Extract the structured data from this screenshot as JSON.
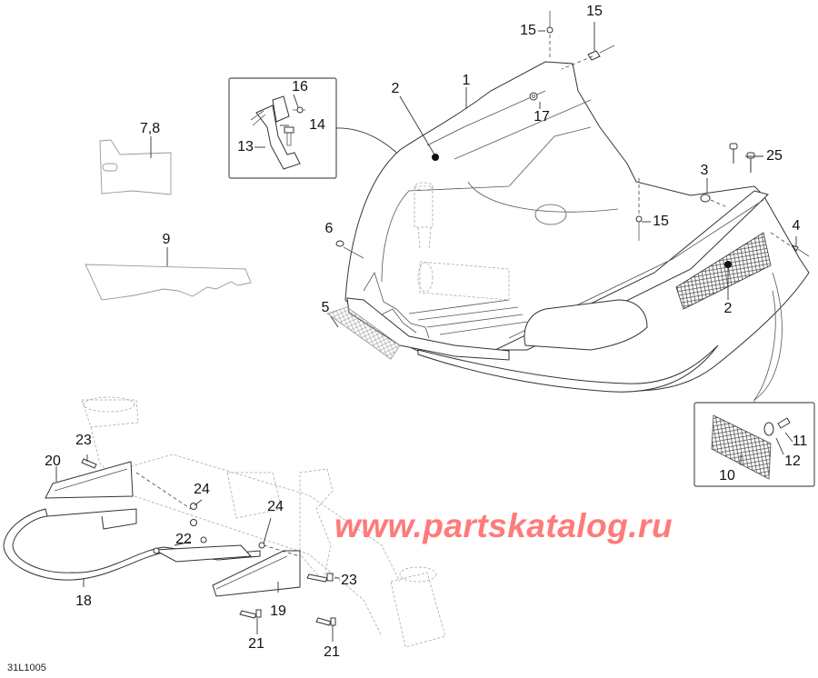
{
  "diagram": {
    "figure_id": "31L1005",
    "watermark": "www.partskatalog.ru",
    "colors": {
      "watermark": "#ff7a7a",
      "lines": "#333333",
      "ghost": "#aaaaaa",
      "background": "#ffffff"
    },
    "callouts": [
      {
        "id": "c1",
        "label": "1",
        "part": "bottom-pan-body"
      },
      {
        "id": "c2a",
        "label": "2",
        "part": "decal-left"
      },
      {
        "id": "c2b",
        "label": "2",
        "part": "decal-mesh-right"
      },
      {
        "id": "c3",
        "label": "3",
        "part": "washer"
      },
      {
        "id": "c4",
        "label": "4",
        "part": "rivet"
      },
      {
        "id": "c5",
        "label": "5",
        "part": "mesh-grille-front"
      },
      {
        "id": "c6",
        "label": "6",
        "part": "plug"
      },
      {
        "id": "c78",
        "label": "7,8",
        "part": "protector-plate"
      },
      {
        "id": "c9",
        "label": "9",
        "part": "protector-strip"
      },
      {
        "id": "c10",
        "label": "10",
        "part": "mesh-grille-detail"
      },
      {
        "id": "c11",
        "label": "11",
        "part": "screw-detail"
      },
      {
        "id": "c12",
        "label": "12",
        "part": "washer-detail"
      },
      {
        "id": "c13",
        "label": "13",
        "part": "bracket-detail"
      },
      {
        "id": "c14",
        "label": "14",
        "part": "bolt-detail"
      },
      {
        "id": "c15a",
        "label": "15",
        "part": "rivet-top"
      },
      {
        "id": "c15b",
        "label": "15",
        "part": "rivet-top-right"
      },
      {
        "id": "c15c",
        "label": "15",
        "part": "rivet-mid"
      },
      {
        "id": "c16",
        "label": "16",
        "part": "rivet-detail"
      },
      {
        "id": "c17",
        "label": "17",
        "part": "grommet"
      },
      {
        "id": "c18",
        "label": "18",
        "part": "bumper-tube"
      },
      {
        "id": "c19",
        "label": "19",
        "part": "bracket-right"
      },
      {
        "id": "c20",
        "label": "20",
        "part": "bracket-left"
      },
      {
        "id": "c21a",
        "label": "21",
        "part": "bolt-lower-left"
      },
      {
        "id": "c21b",
        "label": "21",
        "part": "bolt-lower-right"
      },
      {
        "id": "c22",
        "label": "22",
        "part": "nut"
      },
      {
        "id": "c23a",
        "label": "23",
        "part": "bolt-upper-left"
      },
      {
        "id": "c23b",
        "label": "23",
        "part": "bolt-right"
      },
      {
        "id": "c24a",
        "label": "24",
        "part": "locknut-left"
      },
      {
        "id": "c24b",
        "label": "24",
        "part": "locknut-right"
      },
      {
        "id": "c25",
        "label": "25",
        "part": "screws-top"
      }
    ]
  }
}
